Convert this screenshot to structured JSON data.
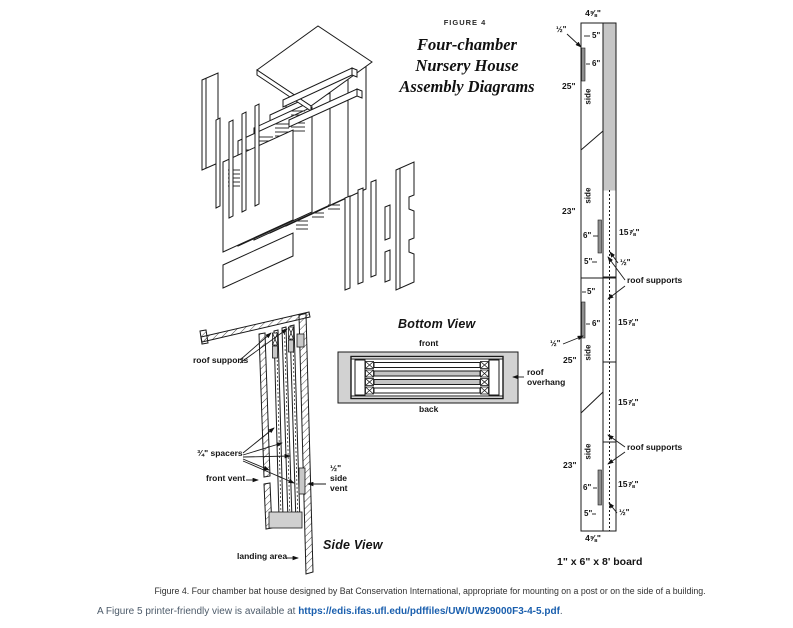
{
  "title": {
    "figure_label": "FIGURE 4",
    "line1": "Four-chamber",
    "line2": "Nursery House",
    "line3": "Assembly Diagrams"
  },
  "board": {
    "top_width": "4⅝\"",
    "bottom_width": "4⅝\"",
    "board_size_label": "1\" x 6\" x 8' board",
    "side_label": "side",
    "dim_25": "25\"",
    "dim_23": "23\"",
    "dim_5": "5\"",
    "dim_6": "6\"",
    "dim_half": "½\"",
    "dim_1578": "15⅞\"",
    "roof_supports_label": "roof supports"
  },
  "bottom_view": {
    "title": "Bottom View",
    "front_label": "front",
    "back_label": "back",
    "roof_overhang_label": "roof\noverhang"
  },
  "side_view": {
    "title": "Side View",
    "roof_supports_label": "roof supports",
    "spacers_label": "¾\" spacers",
    "front_vent_label": "front vent",
    "side_vent_label": "½\"\nside\nvent",
    "landing_area_label": "landing area"
  },
  "caption": {
    "text": "Figure 4.  Four chamber bat house designed by Bat Conservation International, appropriate for mounting on a post or on the side of a building."
  },
  "footer": {
    "prefix": "A Figure 5 printer-friendly view is available at ",
    "link": "https://edis.ifas.ufl.edu/pdffiles/UW/UW29000F3-4-5.pdf",
    "suffix": ".",
    "link_color": "#1a5fae"
  }
}
